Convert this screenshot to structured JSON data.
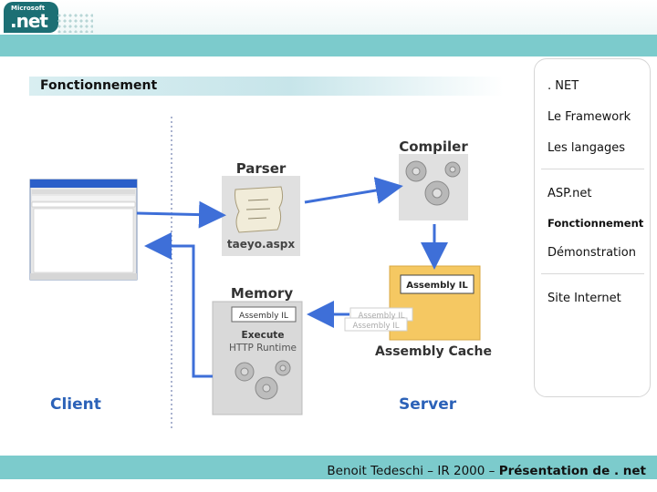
{
  "header": {
    "logo_prefix": "Microsoft",
    "logo_main": ".net"
  },
  "section_title": "Fonctionnement",
  "menu": {
    "items": [
      {
        "label": ". NET"
      },
      {
        "label": "Le Framework"
      },
      {
        "label": "Les langages"
      },
      {
        "label": "ASP.net"
      },
      {
        "label": "Fonctionnement"
      },
      {
        "label": "Démonstration"
      },
      {
        "label": "Site Internet"
      }
    ],
    "active_index": 4
  },
  "diagram": {
    "parser_label": "Parser",
    "file_label": "taeyo.aspx",
    "compiler_label": "Compiler",
    "memory_label": "Memory",
    "assembly_il": "Assembly IL",
    "execute": "Execute",
    "http_runtime": "HTTP Runtime",
    "assembly_cache": "Assembly Cache",
    "client_label": "Client",
    "server_label": "Server"
  },
  "footer": {
    "prefix": "Benoit Tedeschi – IR 2000 – ",
    "bold": "Présentation de . net"
  },
  "colors": {
    "teal": "#7ccbcc",
    "arrow_blue": "#3e6fd8",
    "label_blue": "#2c62b8",
    "cache_gold": "#f5c862",
    "box_grey": "#d9d9d9"
  }
}
